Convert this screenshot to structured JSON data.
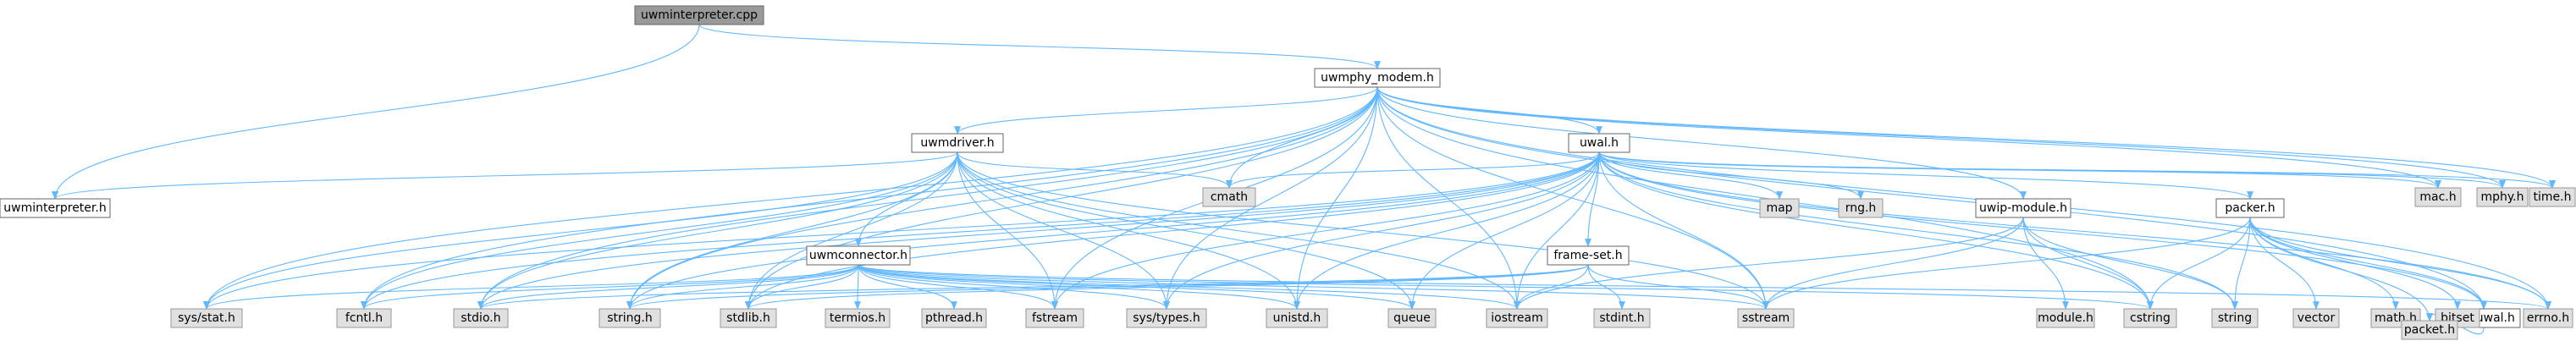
{
  "diagram": {
    "root": "uwminterpreter.cpp",
    "nodes": [
      {
        "id": "uwminterpreter.cpp",
        "label": "uwminterpreter.cpp",
        "kind": "root"
      },
      {
        "id": "uwmphy_modem.h",
        "label": "uwmphy_modem.h",
        "kind": "file"
      },
      {
        "id": "uwminterpreter.h",
        "label": "uwminterpreter.h",
        "kind": "file"
      },
      {
        "id": "uwmdriver.h",
        "label": "uwmdriver.h",
        "kind": "file"
      },
      {
        "id": "uwal.h",
        "label": "uwal.h",
        "kind": "file"
      },
      {
        "id": "uwmconnector.h",
        "label": "uwmconnector.h",
        "kind": "file"
      },
      {
        "id": "frame-set.h",
        "label": "frame-set.h",
        "kind": "file"
      },
      {
        "id": "uwip-module.h",
        "label": "uwip-module.h",
        "kind": "file"
      },
      {
        "id": "packer.h",
        "label": "packer.h",
        "kind": "file"
      },
      {
        "id": "hdr-uwal.h",
        "label": "hdr-uwal.h",
        "kind": "file"
      },
      {
        "id": "cmath",
        "label": "cmath",
        "kind": "sys"
      },
      {
        "id": "map",
        "label": "map",
        "kind": "sys"
      },
      {
        "id": "rng.h",
        "label": "rng.h",
        "kind": "sys"
      },
      {
        "id": "mac.h",
        "label": "mac.h",
        "kind": "sys"
      },
      {
        "id": "mphy.h",
        "label": "mphy.h",
        "kind": "sys"
      },
      {
        "id": "time.h",
        "label": "time.h",
        "kind": "sys"
      },
      {
        "id": "sys/stat.h",
        "label": "sys/stat.h",
        "kind": "sys"
      },
      {
        "id": "fcntl.h",
        "label": "fcntl.h",
        "kind": "sys"
      },
      {
        "id": "stdio.h",
        "label": "stdio.h",
        "kind": "sys"
      },
      {
        "id": "string.h",
        "label": "string.h",
        "kind": "sys"
      },
      {
        "id": "stdlib.h",
        "label": "stdlib.h",
        "kind": "sys"
      },
      {
        "id": "termios.h",
        "label": "termios.h",
        "kind": "sys"
      },
      {
        "id": "pthread.h",
        "label": "pthread.h",
        "kind": "sys"
      },
      {
        "id": "fstream",
        "label": "fstream",
        "kind": "sys"
      },
      {
        "id": "sys/types.h",
        "label": "sys/types.h",
        "kind": "sys"
      },
      {
        "id": "unistd.h",
        "label": "unistd.h",
        "kind": "sys"
      },
      {
        "id": "queue",
        "label": "queue",
        "kind": "sys"
      },
      {
        "id": "iostream",
        "label": "iostream",
        "kind": "sys"
      },
      {
        "id": "stdint.h",
        "label": "stdint.h",
        "kind": "sys"
      },
      {
        "id": "sstream",
        "label": "sstream",
        "kind": "sys"
      },
      {
        "id": "module.h",
        "label": "module.h",
        "kind": "sys"
      },
      {
        "id": "cstring",
        "label": "cstring",
        "kind": "sys"
      },
      {
        "id": "string",
        "label": "string",
        "kind": "sys"
      },
      {
        "id": "vector",
        "label": "vector",
        "kind": "sys"
      },
      {
        "id": "math.h",
        "label": "math.h",
        "kind": "sys"
      },
      {
        "id": "bitset",
        "label": "bitset",
        "kind": "sys"
      },
      {
        "id": "errno.h",
        "label": "errno.h",
        "kind": "sys"
      },
      {
        "id": "packet.h",
        "label": "packet.h",
        "kind": "sys"
      }
    ],
    "edges": [
      [
        "uwminterpreter.cpp",
        "uwmphy_modem.h"
      ],
      [
        "uwminterpreter.cpp",
        "uwminterpreter.h"
      ],
      [
        "uwmphy_modem.h",
        "uwmdriver.h"
      ],
      [
        "uwmphy_modem.h",
        "uwal.h"
      ],
      [
        "uwmphy_modem.h",
        "uwip-module.h"
      ],
      [
        "uwmphy_modem.h",
        "cmath"
      ],
      [
        "uwmphy_modem.h",
        "mac.h"
      ],
      [
        "uwmphy_modem.h",
        "mphy.h"
      ],
      [
        "uwmphy_modem.h",
        "time.h"
      ],
      [
        "uwmphy_modem.h",
        "errno.h"
      ],
      [
        "uwmphy_modem.h",
        "hdr-uwal.h"
      ],
      [
        "uwmphy_modem.h",
        "sys/stat.h"
      ],
      [
        "uwmphy_modem.h",
        "fcntl.h"
      ],
      [
        "uwmphy_modem.h",
        "stdio.h"
      ],
      [
        "uwmphy_modem.h",
        "string.h"
      ],
      [
        "uwmphy_modem.h",
        "stdlib.h"
      ],
      [
        "uwmphy_modem.h",
        "fstream"
      ],
      [
        "uwmphy_modem.h",
        "sys/types.h"
      ],
      [
        "uwmphy_modem.h",
        "unistd.h"
      ],
      [
        "uwmphy_modem.h",
        "iostream"
      ],
      [
        "uwmphy_modem.h",
        "sstream"
      ],
      [
        "uwmphy_modem.h",
        "cstring"
      ],
      [
        "uwmdriver.h",
        "uwminterpreter.h"
      ],
      [
        "uwmdriver.h",
        "uwmconnector.h"
      ],
      [
        "uwmdriver.h",
        "cmath"
      ],
      [
        "uwmdriver.h",
        "sys/stat.h"
      ],
      [
        "uwmdriver.h",
        "fcntl.h"
      ],
      [
        "uwmdriver.h",
        "stdio.h"
      ],
      [
        "uwmdriver.h",
        "string.h"
      ],
      [
        "uwmdriver.h",
        "stdlib.h"
      ],
      [
        "uwmdriver.h",
        "fstream"
      ],
      [
        "uwmdriver.h",
        "sys/types.h"
      ],
      [
        "uwmdriver.h",
        "unistd.h"
      ],
      [
        "uwmdriver.h",
        "queue"
      ],
      [
        "uwmdriver.h",
        "iostream"
      ],
      [
        "uwmdriver.h",
        "sstream"
      ],
      [
        "uwal.h",
        "frame-set.h"
      ],
      [
        "uwal.h",
        "packer.h"
      ],
      [
        "uwal.h",
        "hdr-uwal.h"
      ],
      [
        "uwal.h",
        "cmath"
      ],
      [
        "uwal.h",
        "map"
      ],
      [
        "uwal.h",
        "rng.h"
      ],
      [
        "uwal.h",
        "mac.h"
      ],
      [
        "uwal.h",
        "mphy.h"
      ],
      [
        "uwal.h",
        "time.h"
      ],
      [
        "uwal.h",
        "errno.h"
      ],
      [
        "uwal.h",
        "sys/stat.h"
      ],
      [
        "uwal.h",
        "fcntl.h"
      ],
      [
        "uwal.h",
        "stdio.h"
      ],
      [
        "uwal.h",
        "string.h"
      ],
      [
        "uwal.h",
        "stdlib.h"
      ],
      [
        "uwal.h",
        "fstream"
      ],
      [
        "uwal.h",
        "sys/types.h"
      ],
      [
        "uwal.h",
        "unistd.h"
      ],
      [
        "uwal.h",
        "queue"
      ],
      [
        "uwal.h",
        "iostream"
      ],
      [
        "uwal.h",
        "sstream"
      ],
      [
        "uwal.h",
        "cstring"
      ],
      [
        "uwal.h",
        "string"
      ],
      [
        "uwmconnector.h",
        "sys/stat.h"
      ],
      [
        "uwmconnector.h",
        "fcntl.h"
      ],
      [
        "uwmconnector.h",
        "stdio.h"
      ],
      [
        "uwmconnector.h",
        "string.h"
      ],
      [
        "uwmconnector.h",
        "stdlib.h"
      ],
      [
        "uwmconnector.h",
        "termios.h"
      ],
      [
        "uwmconnector.h",
        "pthread.h"
      ],
      [
        "uwmconnector.h",
        "fstream"
      ],
      [
        "uwmconnector.h",
        "sys/types.h"
      ],
      [
        "uwmconnector.h",
        "unistd.h"
      ],
      [
        "uwmconnector.h",
        "queue"
      ],
      [
        "uwmconnector.h",
        "iostream"
      ],
      [
        "uwmconnector.h",
        "sstream"
      ],
      [
        "uwmconnector.h",
        "cstring"
      ],
      [
        "uwmconnector.h",
        "errno.h"
      ],
      [
        "frame-set.h",
        "stdint.h"
      ],
      [
        "frame-set.h",
        "iostream"
      ],
      [
        "frame-set.h",
        "sstream"
      ],
      [
        "frame-set.h",
        "stdio.h"
      ],
      [
        "frame-set.h",
        "string.h"
      ],
      [
        "frame-set.h",
        "stdlib.h"
      ],
      [
        "uwip-module.h",
        "module.h"
      ],
      [
        "uwip-module.h",
        "sstream"
      ],
      [
        "uwip-module.h",
        "iostream"
      ],
      [
        "uwip-module.h",
        "cstring"
      ],
      [
        "uwip-module.h",
        "string"
      ],
      [
        "packer.h",
        "hdr-uwal.h"
      ],
      [
        "packer.h",
        "sstream"
      ],
      [
        "packer.h",
        "cstring"
      ],
      [
        "packer.h",
        "string"
      ],
      [
        "packer.h",
        "vector"
      ],
      [
        "packer.h",
        "math.h"
      ],
      [
        "packer.h",
        "bitset"
      ],
      [
        "packer.h",
        "packet.h"
      ],
      [
        "packer.h",
        "errno.h"
      ],
      [
        "hdr-uwal.h",
        "packet.h"
      ]
    ]
  }
}
